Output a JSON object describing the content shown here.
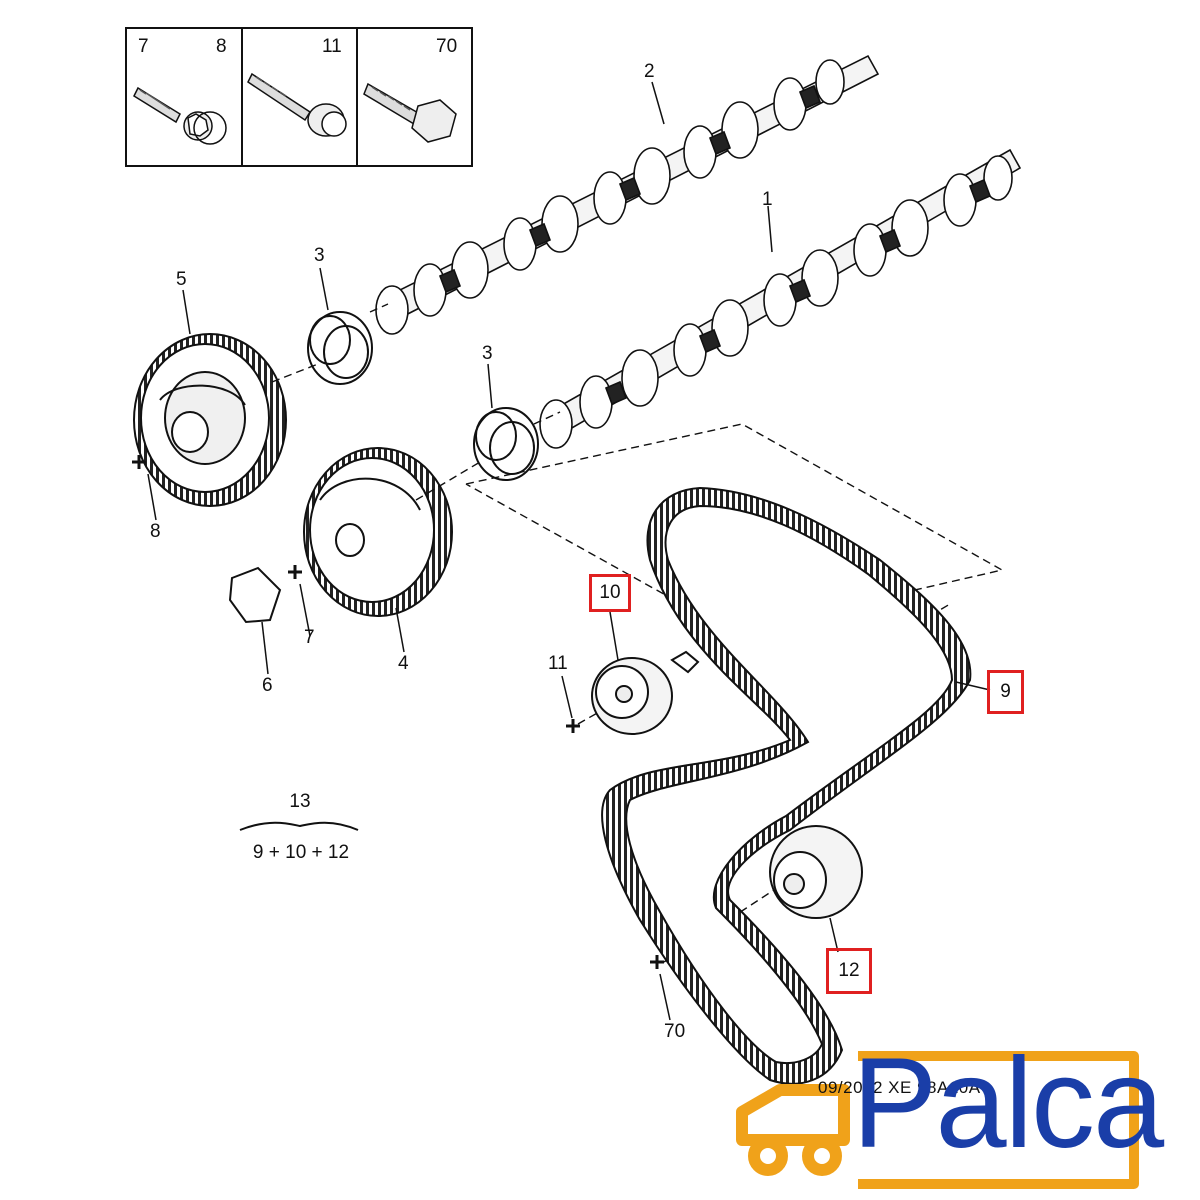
{
  "fastener_box": {
    "cells": [
      {
        "left_label": "7",
        "right_label": "8"
      },
      {
        "left_label": "",
        "right_label": "11"
      },
      {
        "left_label": "",
        "right_label": "70"
      }
    ]
  },
  "callouts": {
    "c1": "1",
    "c2": "2",
    "c3a": "3",
    "c3b": "3",
    "c4": "4",
    "c5": "5",
    "c6": "6",
    "c7": "7",
    "c8": "8",
    "c11": "11",
    "c70": "70"
  },
  "highlighted_callouts": {
    "c9": "9",
    "c10": "10",
    "c12": "12"
  },
  "kit": {
    "top": "13",
    "bottom": "9 + 10 + 12"
  },
  "reference_code": "09/2002 XE 98A10A",
  "brand": {
    "name": "Palca",
    "text_color": "#1a3ea8",
    "truck_color": "#f0a21a"
  },
  "colors": {
    "highlight": "#e02020",
    "line": "#111111"
  }
}
